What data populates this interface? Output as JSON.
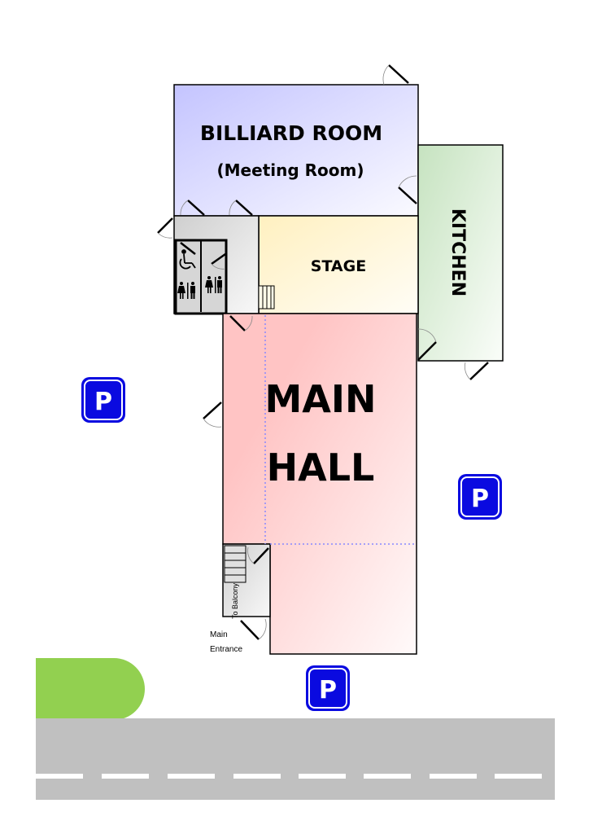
{
  "rooms": {
    "billiard": {
      "title": "BILLIARD ROOM",
      "subtitle": "(Meeting Room)",
      "color": "#c4c4ff"
    },
    "kitchen": {
      "title": "KITCHEN",
      "color": "#c6e3c0"
    },
    "stage": {
      "title": "STAGE",
      "color": "#fff0c0"
    },
    "main_hall": {
      "line1": "MAIN",
      "line2": "HALL",
      "color": "#ffc4c4"
    },
    "stairs": {
      "title": "To Balcony"
    }
  },
  "entrance": {
    "line1": "Main",
    "line2": "Entrance"
  },
  "parking": {
    "label": "P",
    "color": "#0a0ae0"
  },
  "icons": [
    "wheelchair-icon",
    "toilet-icon",
    "parking-icon",
    "door-icon",
    "stairs-icon"
  ],
  "road": {
    "color": "#c0c0c0"
  },
  "grass": {
    "color": "#92d050"
  }
}
